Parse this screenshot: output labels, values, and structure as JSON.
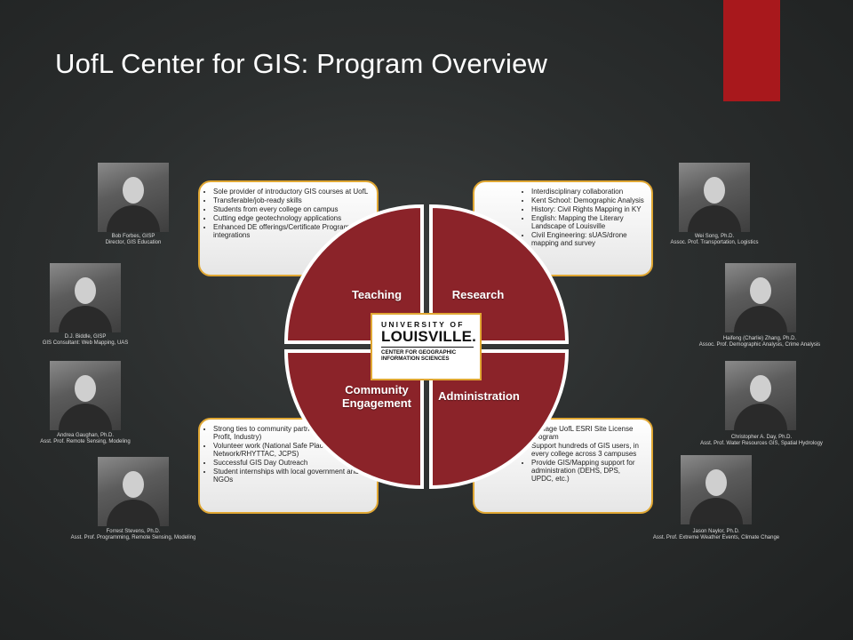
{
  "title": "UofL Center for GIS: Program Overview",
  "quadrants": {
    "teaching": "Teaching",
    "research": "Research",
    "community_line1": "Community",
    "community_line2": "Engagement",
    "administration": "Administration"
  },
  "logo": {
    "line1": "UNIVERSITY OF",
    "line2": "LOUISVILLE.",
    "line3": "CENTER FOR GEOGRAPHIC",
    "line4": "INFORMATION SCIENCES"
  },
  "boxes": {
    "teaching": [
      "Sole provider of introductory GIS courses at UofL",
      "Transferable/job-ready skills",
      "Students from every college on campus",
      "Cutting edge geotechnology applications",
      "Enhanced DE offerings/Certificate Program integrations"
    ],
    "research": [
      "Interdisciplinary collaboration",
      "Kent School: Demographic Analysis",
      "History: Civil Rights Mapping in KY",
      "English: Mapping the Literary Landscape of Louisville",
      "Civil Engineering: sUAS/drone mapping and survey"
    ],
    "community": [
      "Strong ties to community partners (Gov't, Non Profit, Industry)",
      "Volunteer work (National Safe Place Network/RHYTTAC, JCPS)",
      "Successful GIS Day Outreach",
      "Student internships with local government and NGOs"
    ],
    "administration": [
      "Manage UofL ESRI Site License Program",
      "Support hundreds of GIS users, in every college across 3 campuses",
      "Provide GIS/Mapping support for administration (DEHS, DPS, UPDC, etc.)"
    ]
  },
  "people": {
    "forbes": {
      "name": "Bob Forbes, GISP",
      "role": "Director, GIS Education"
    },
    "biddle": {
      "name": "D.J. Biddle, GISP",
      "role": "GIS Consultant: Web Mapping, UAS"
    },
    "gaughan": {
      "name": "Andrea Gaughan, Ph.D.",
      "role": "Asst. Prof. Remote Sensing, Modeling"
    },
    "stevens": {
      "name": "Forrest Stevens, Ph.D.",
      "role": "Asst. Prof. Programming, Remote Sensing, Modeling"
    },
    "song": {
      "name": "Wei Song, Ph.D.",
      "role": "Assoc. Prof. Transportation, Logistics"
    },
    "zhang": {
      "name": "Haifeng (Charlie) Zhang, Ph.D.",
      "role": "Assoc. Prof. Demographic Analysis, Crime Analysis"
    },
    "day": {
      "name": "Christopher A. Day, Ph.D.",
      "role": "Asst. Prof. Water Resources GIS, Spatial Hydrology"
    },
    "naylor": {
      "name": "Jason Naylor, Ph.D.",
      "role": "Asst. Prof. Extreme Weather Events, Climate Change"
    }
  },
  "colors": {
    "accent_red": "#a8181c",
    "quadrant_red": "#8b2329",
    "box_border": "#e0a733"
  }
}
